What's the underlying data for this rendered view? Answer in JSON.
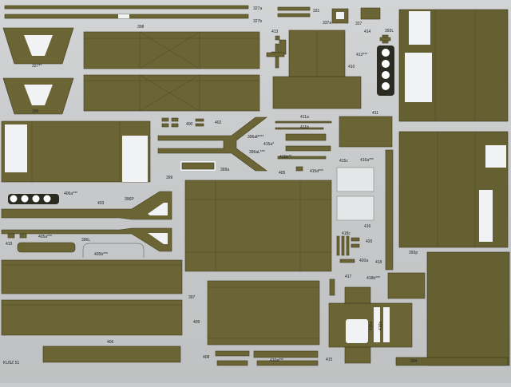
{
  "sheet": {
    "description_label": "Card model sheet of olive drab parts",
    "labels": [
      "327a",
      "327b",
      "331",
      "337a",
      "337",
      "393L",
      "398",
      "413",
      "414",
      "327**",
      "395",
      "413***",
      "410",
      "400",
      "402",
      "411a",
      "411",
      "411b",
      "415a*",
      "396aP***",
      "396aL***",
      "415b**",
      "415c",
      "416a***",
      "399",
      "399a",
      "405",
      "415d***",
      "406a***",
      "403",
      "396P",
      "419",
      "405a***",
      "396L",
      "405b***",
      "416",
      "418c",
      "420",
      "393p",
      "420a",
      "418",
      "417",
      "418b***",
      "397",
      "409",
      "416a",
      "416b",
      "406",
      "408",
      "410a***",
      "415",
      "394"
    ],
    "footer_text": "KUSZ 51"
  },
  "colors": {
    "olive": "#6b6535",
    "sheet": "#c9cbcc",
    "white": "#f1f2f3"
  }
}
